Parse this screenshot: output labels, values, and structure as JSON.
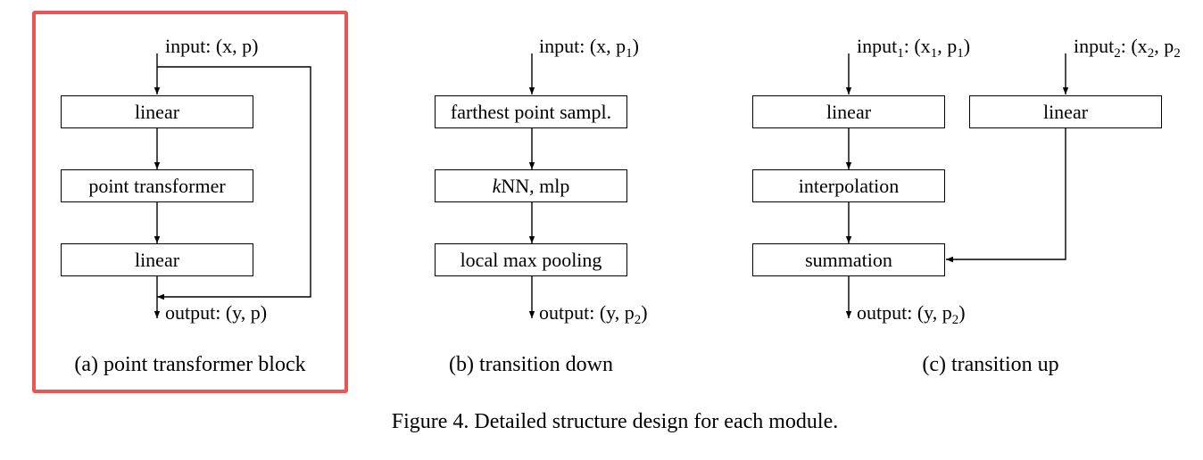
{
  "panel_a": {
    "input_label": "input: (x, p)",
    "boxes": [
      "linear",
      "point transformer",
      "linear"
    ],
    "output_label": "output: (y, p)",
    "caption": "(a) point transformer block"
  },
  "panel_b": {
    "input_prefix": "input: (x, p",
    "input_sub": "1",
    "input_suffix": ")",
    "box1": "farthest point sampl.",
    "box2_italic": "k",
    "box2_rest": "NN, mlp",
    "box3": "local max pooling",
    "output_prefix": "output: (y, p",
    "output_sub": "2",
    "output_suffix": ")",
    "caption": "(b) transition down"
  },
  "panel_c": {
    "input1_prefix": "input",
    "input1_sub": "1",
    "input1_mid": ": (x",
    "input1_xsub": "1",
    "input1_mid2": ", p",
    "input1_psub": "1",
    "input1_suffix": ")",
    "input2_prefix": "input",
    "input2_sub": "2",
    "input2_mid": ": (x",
    "input2_xsub": "2",
    "input2_mid2": ", p",
    "input2_psub": "2",
    "box_left": "linear",
    "box_right": "linear",
    "box_interp": "interpolation",
    "box_sum": "summation",
    "output_prefix": "output: (y, p",
    "output_sub": "2",
    "output_suffix": ")",
    "caption": "(c) transition up"
  },
  "figure_caption": "Figure 4. Detailed structure design for each module."
}
